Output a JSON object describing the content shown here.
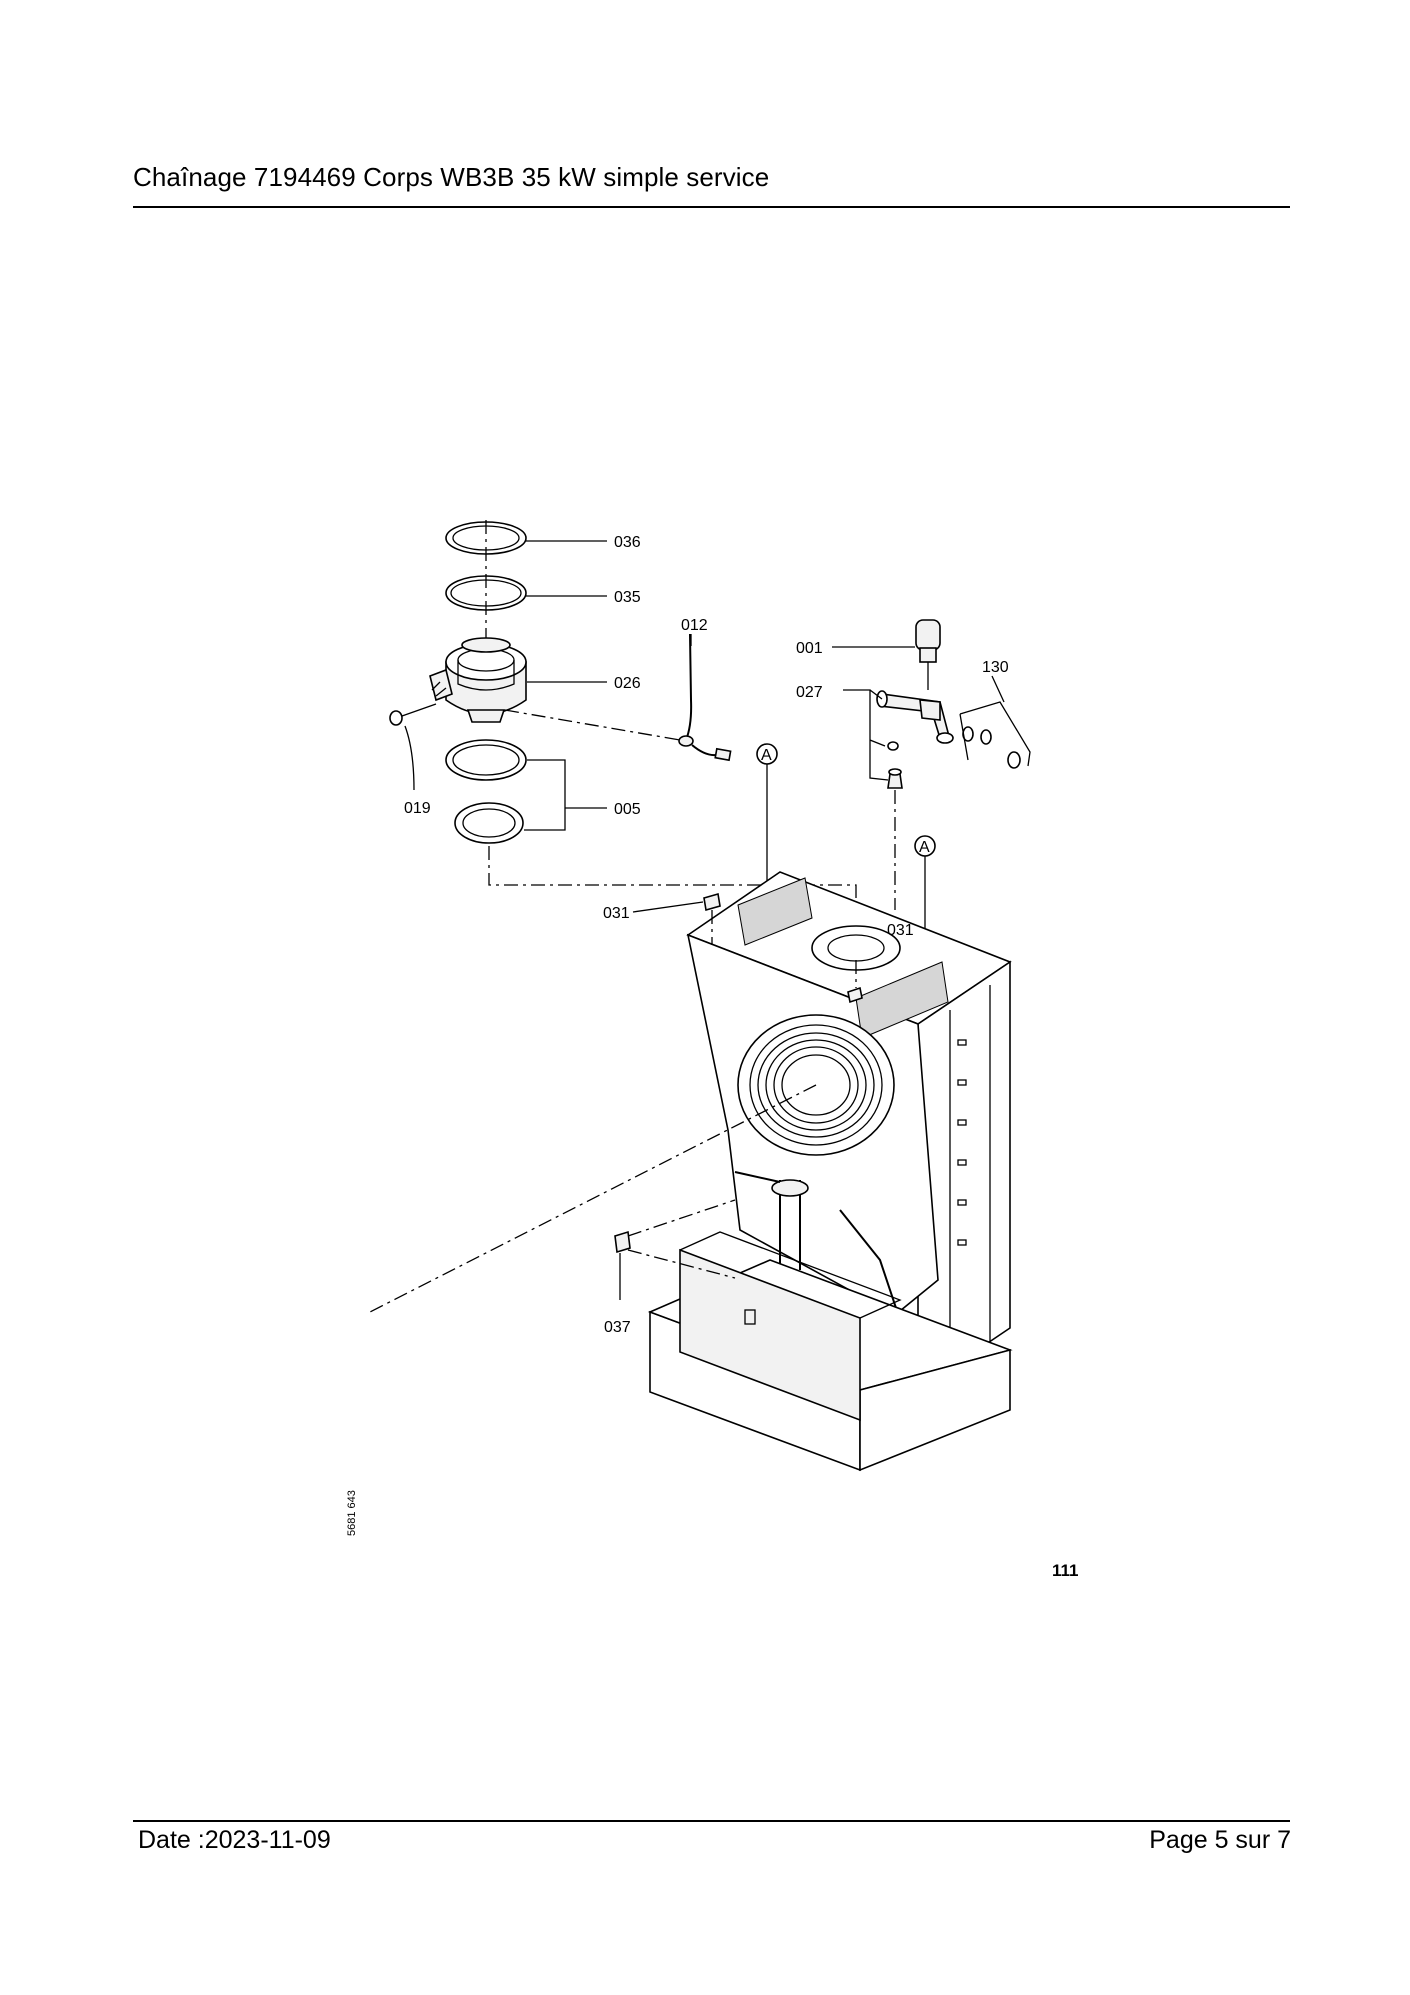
{
  "header": {
    "title": "Chaînage 7194469 Corps WB3B 35 kW simple service"
  },
  "figure": {
    "callouts": {
      "c036": "036",
      "c035": "035",
      "c012": "012",
      "c001": "001",
      "c130": "130",
      "c026": "026",
      "c027": "027",
      "c019": "019",
      "c005": "005",
      "c031a": "031",
      "c031b": "031",
      "c037": "037",
      "marker_a1": "A",
      "marker_a2": "A"
    },
    "figure_number": "111",
    "drawing_number": "5681 643"
  },
  "footer": {
    "date": "Date :2023-11-09",
    "page": "Page 5 sur  7"
  }
}
